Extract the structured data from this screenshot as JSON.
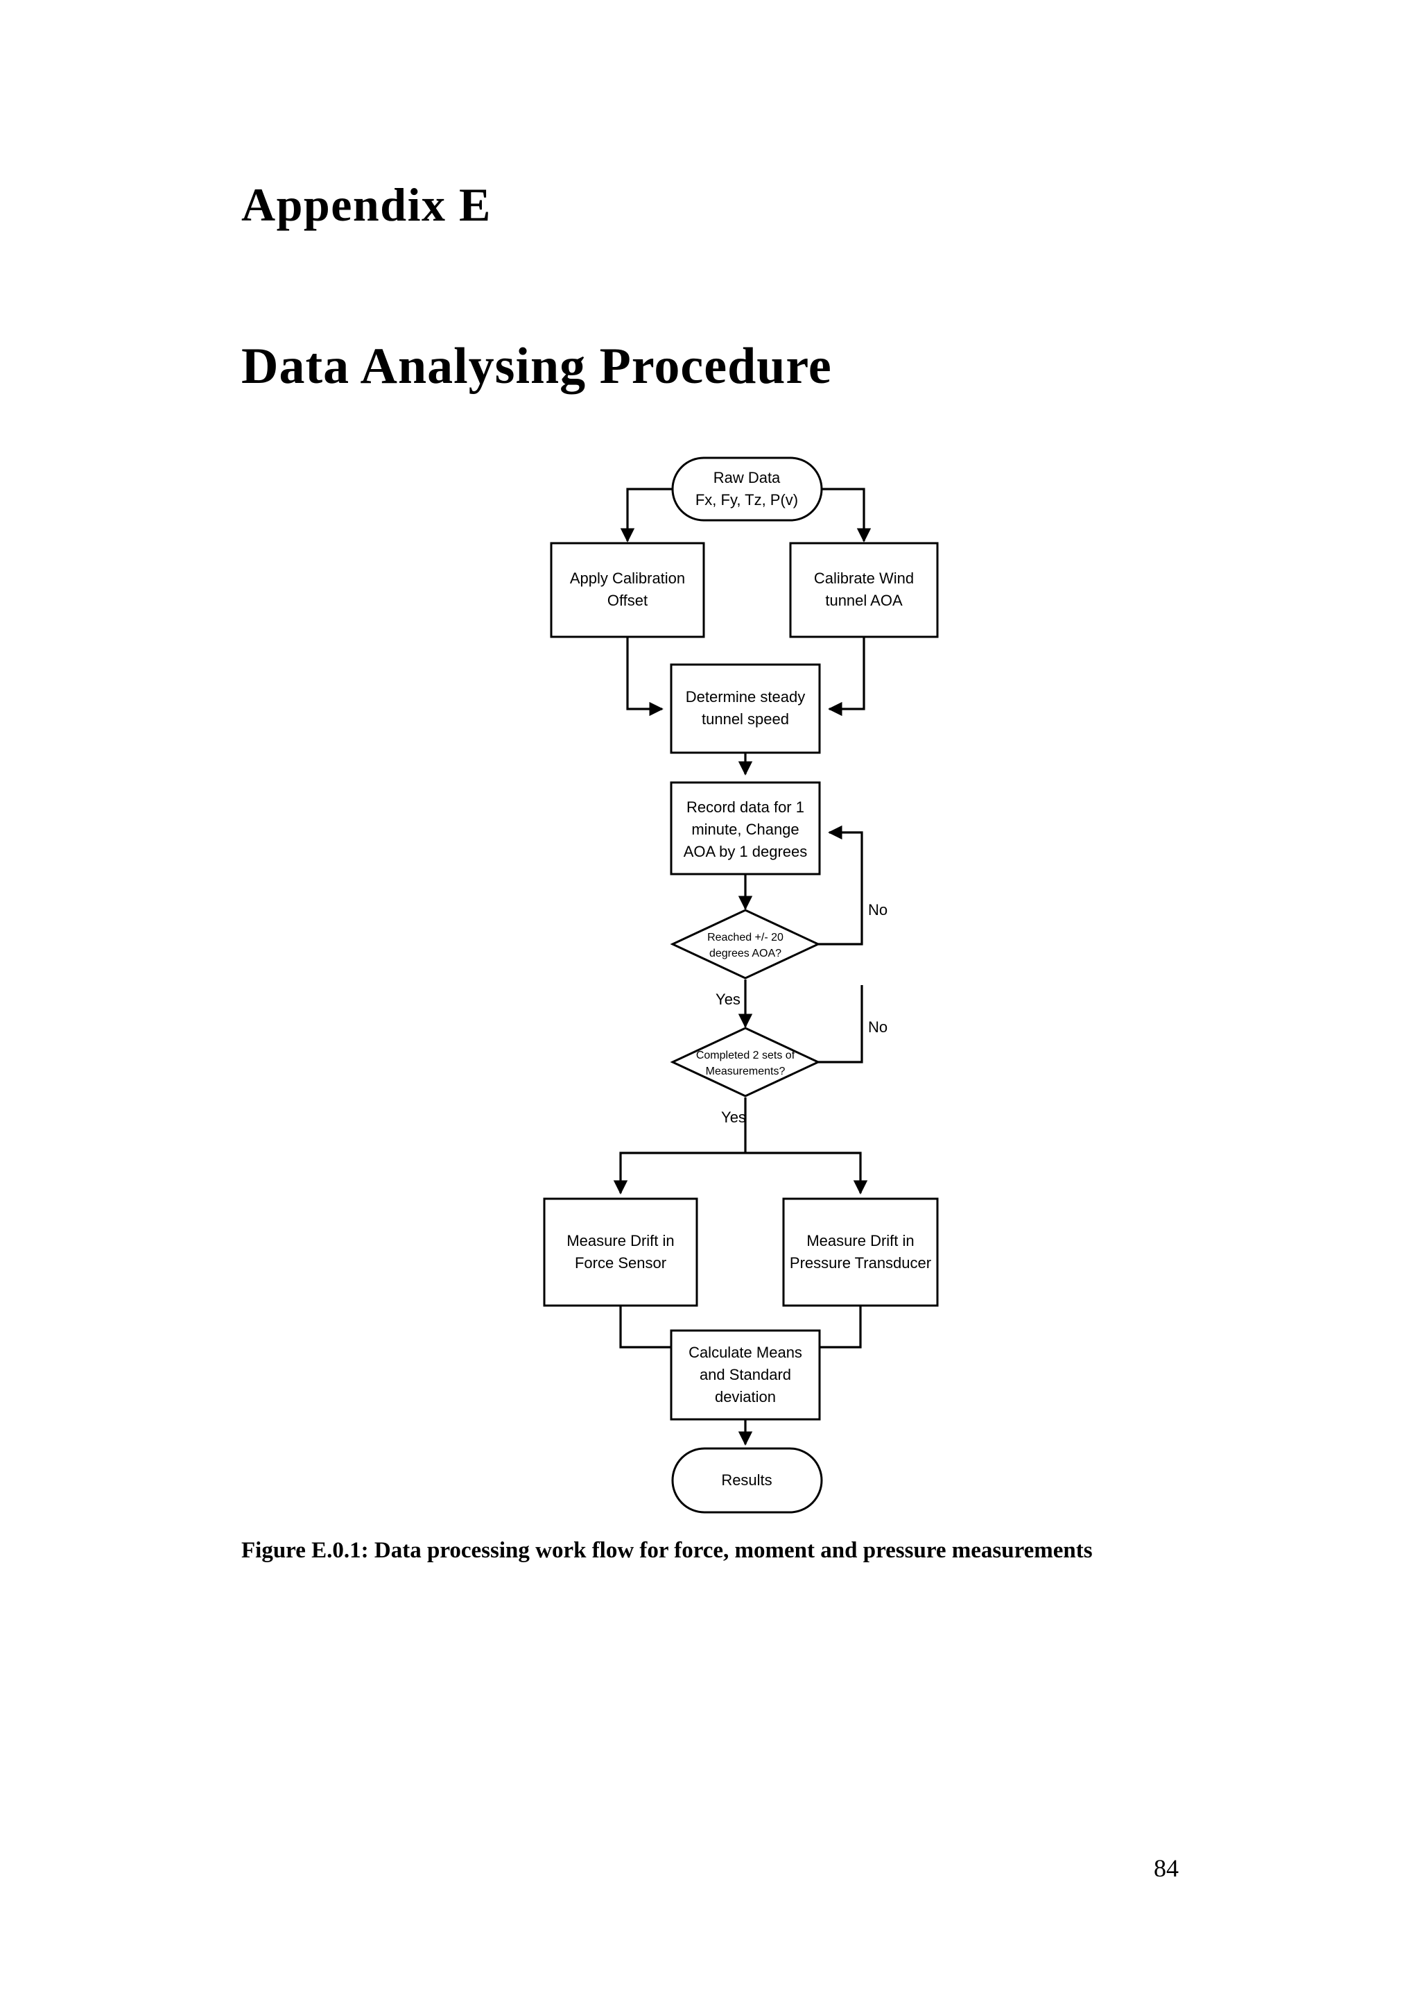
{
  "document": {
    "appendix_label": "Appendix E",
    "chapter_title": "Data Analysing Procedure",
    "page_number": "84"
  },
  "caption": {
    "label": "Figure E.0.1:",
    "text": "Data processing work flow for force, moment and pressure measurements"
  },
  "figure": {
    "nodes": {
      "raw_data": {
        "line1": "Raw Data",
        "line2": "Fx, Fy, Tz, P(v)",
        "shape": "terminator"
      },
      "apply_calibration": {
        "line1": "Apply Calibration",
        "line2": "Offset",
        "shape": "process"
      },
      "calibrate_aoa": {
        "line1": "Calibrate Wind",
        "line2": "tunnel AOA",
        "shape": "process"
      },
      "determine_speed": {
        "line1": "Determine steady",
        "line2": "tunnel speed",
        "shape": "process"
      },
      "record_data": {
        "line1": "Record data for 1",
        "line2": "minute, Change",
        "line3": "AOA by 1 degrees",
        "shape": "process"
      },
      "decision_aoa": {
        "line1": "Reached +/- 20",
        "line2": "degrees AOA?",
        "shape": "decision"
      },
      "decision_sets": {
        "line1": "Completed 2 sets of",
        "line2": "Measurements?",
        "shape": "decision"
      },
      "drift_force": {
        "line1": "Measure Drift in",
        "line2": "Force Sensor",
        "shape": "process"
      },
      "drift_pressure": {
        "line1": "Measure Drift in",
        "line2": "Pressure Transducer",
        "shape": "process"
      },
      "calculate_means": {
        "line1": "Calculate Means",
        "line2": "and Standard",
        "line3": "deviation",
        "shape": "process"
      },
      "results": {
        "line1": "Results",
        "shape": "terminator"
      }
    },
    "edge_labels": {
      "aoa_no": "No",
      "aoa_yes": "Yes",
      "sets_no": "No",
      "sets_yes": "Yes"
    },
    "colors": {
      "stroke": "#000000",
      "fill": "#ffffff",
      "text": "#000000"
    }
  }
}
